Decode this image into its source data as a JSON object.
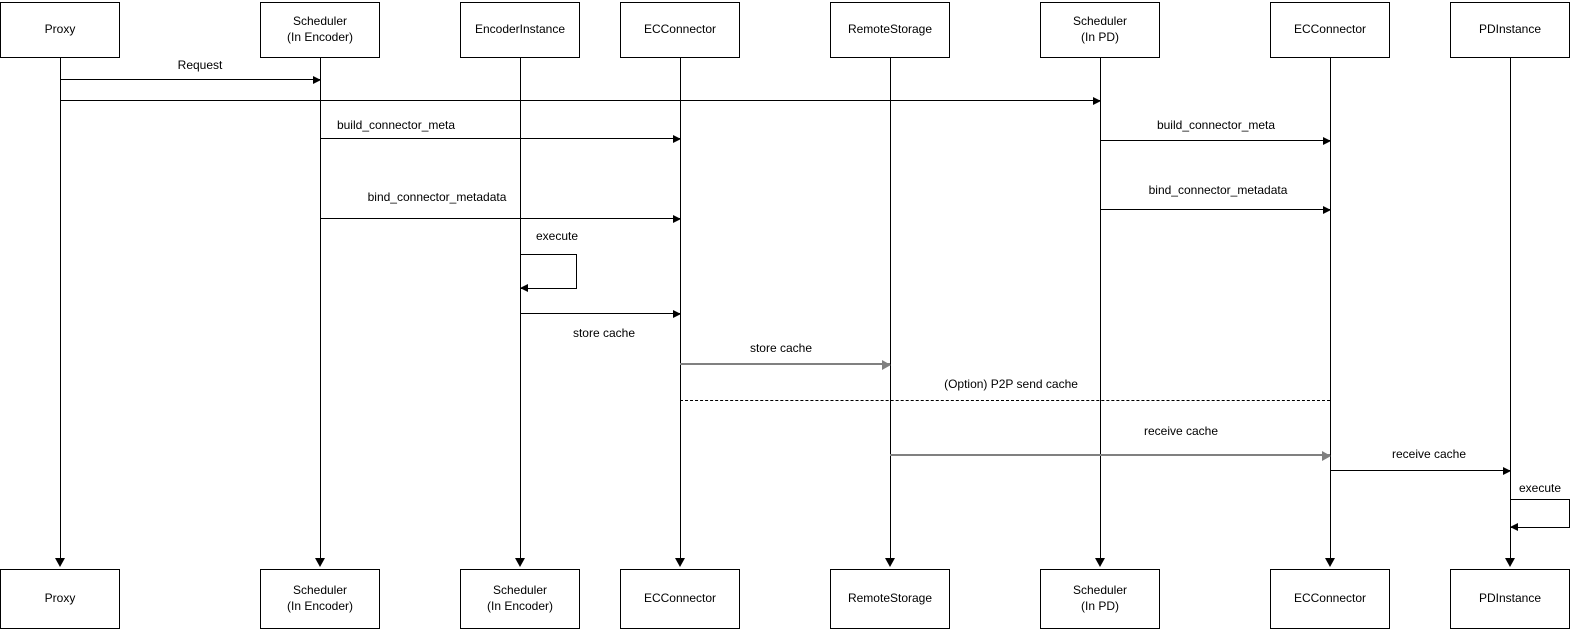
{
  "colors": {
    "background": "#ffffff",
    "line": "#000000",
    "gray_line": "#808080",
    "box_fill": "#ffffff",
    "text": "#000000"
  },
  "lifelines": [
    {
      "id": "proxy",
      "top_label": "Proxy",
      "bottom_label": "Proxy"
    },
    {
      "id": "scheduler-encoder",
      "top_label": "Scheduler\n(In Encoder)",
      "bottom_label": "Scheduler\n(In Encoder)"
    },
    {
      "id": "encoder-instance",
      "top_label": "EncoderInstance",
      "bottom_label": "Scheduler\n(In Encoder)"
    },
    {
      "id": "ec-connector-enc",
      "top_label": "ECConnector",
      "bottom_label": "ECConnector"
    },
    {
      "id": "remote-storage",
      "top_label": "RemoteStorage",
      "bottom_label": "RemoteStorage"
    },
    {
      "id": "scheduler-pd",
      "top_label": "Scheduler\n(In PD)",
      "bottom_label": "Scheduler\n(In PD)"
    },
    {
      "id": "ec-connector-pd",
      "top_label": "ECConnector",
      "bottom_label": "ECConnector"
    },
    {
      "id": "pd-instance",
      "top_label": "PDInstance",
      "bottom_label": "PDInstance"
    }
  ],
  "messages": {
    "request": "Request",
    "build_connector_meta_encoder": "build_connector_meta",
    "bind_connector_metadata_encoder": "bind_connector_metadata",
    "execute_encoder": "execute",
    "store_cache_to_connector": "store cache",
    "store_cache_to_remote": "store cache",
    "p2p_send_cache": "(Option) P2P send cache",
    "build_connector_meta_pd": "build_connector_meta",
    "bind_connector_metadata_pd": "bind_connector_metadata",
    "receive_cache_to_connector": "receive cache",
    "receive_cache_to_pd": "receive cache",
    "execute_pd": "execute"
  }
}
